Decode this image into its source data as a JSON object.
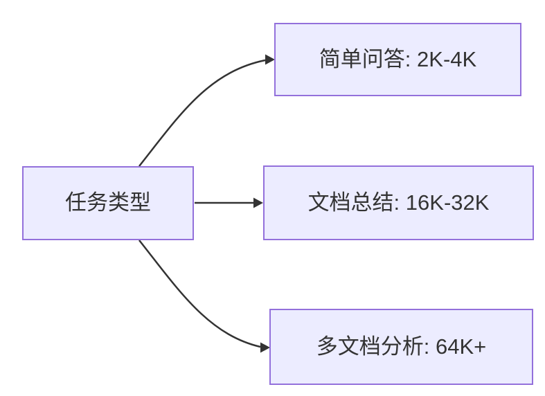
{
  "diagram": {
    "type": "flowchart",
    "direction": "LR",
    "root": {
      "id": "task-type",
      "label": "任务类型"
    },
    "branches": [
      {
        "id": "simple-qa",
        "label": "简单问答: 2K-4K"
      },
      {
        "id": "doc-summary",
        "label": "文档总结: 16K-32K"
      },
      {
        "id": "multi-doc-analysis",
        "label": "多文档分析: 64K+"
      }
    ],
    "edges": [
      {
        "from": "task-type",
        "to": "simple-qa"
      },
      {
        "from": "task-type",
        "to": "doc-summary"
      },
      {
        "from": "task-type",
        "to": "multi-doc-analysis"
      }
    ],
    "colors": {
      "node_fill": "#ECECFF",
      "node_border": "#9370DB",
      "edge_stroke": "#333333",
      "label_text": "#333333",
      "background": "#FFFFFF"
    }
  }
}
